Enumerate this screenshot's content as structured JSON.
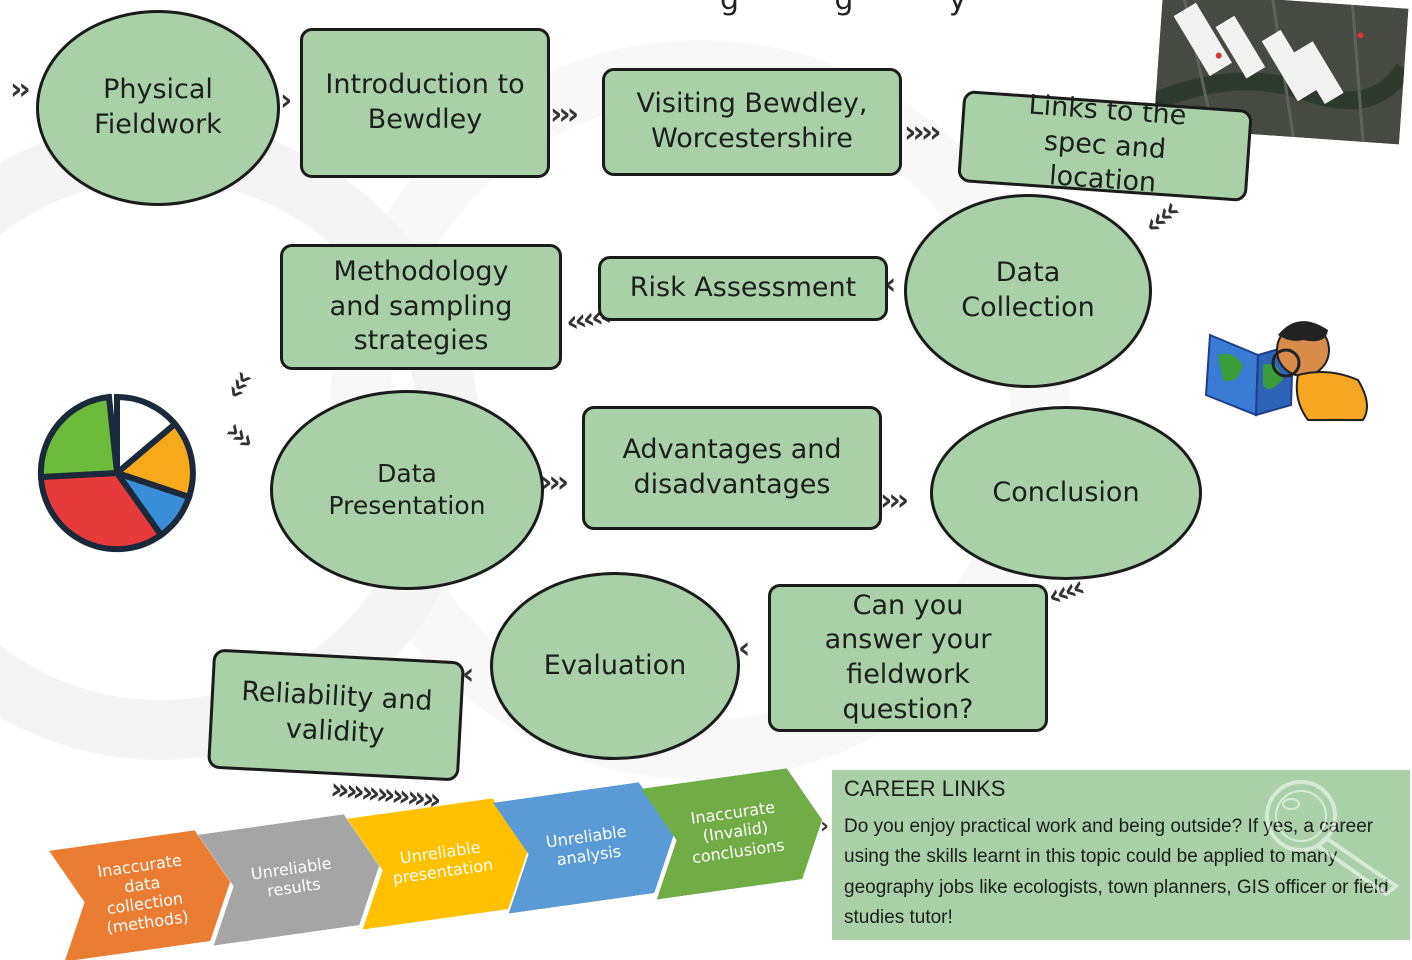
{
  "header_fragment": "g          g          y",
  "nodes": {
    "physical_fieldwork": "Physical Fieldwork",
    "introduction": "Introduction to Bewdley",
    "visiting": "Visiting Bewdley, Worcestershire",
    "links": "Links to the spec and location",
    "data_collection": "Data Collection",
    "risk_assessment": "Risk Assessment",
    "methodology": "Methodology and sampling strategies",
    "data_presentation": "Data Presentation",
    "advantages": "Advantages and disadvantages",
    "conclusion": "Conclusion",
    "answer_question": "Can you answer your fieldwork question?",
    "evaluation": "Evaluation",
    "reliability": "Reliability and validity"
  },
  "chain": [
    {
      "label": "Inaccurate data collection (methods)",
      "color": "#ea7d32"
    },
    {
      "label": "Unreliable results",
      "color": "#a5a5a5"
    },
    {
      "label": "Unreliable presentation",
      "color": "#ffc000"
    },
    {
      "label": "Unreliable analysis",
      "color": "#5b9bd5"
    },
    {
      "label": "Inaccurate (Invalid) conclusions",
      "color": "#70ad47"
    }
  ],
  "career": {
    "title": "CAREER LINKS",
    "body": "Do you enjoy practical work and being outside? If yes, a career using the skills learnt in this topic could be applied to many geography jobs like ecologists, town planners, GIS officer or field studies tutor!"
  },
  "colors": {
    "node_fill": "#a9d0a9",
    "node_border": "#1b1b1b",
    "arrow": "#333333"
  },
  "icons": {
    "map": "satellite-map-image",
    "explorer": "explorer-with-map-icon",
    "pie": "pie-chart-icon",
    "magnifier": "magnifying-glass-icon"
  }
}
